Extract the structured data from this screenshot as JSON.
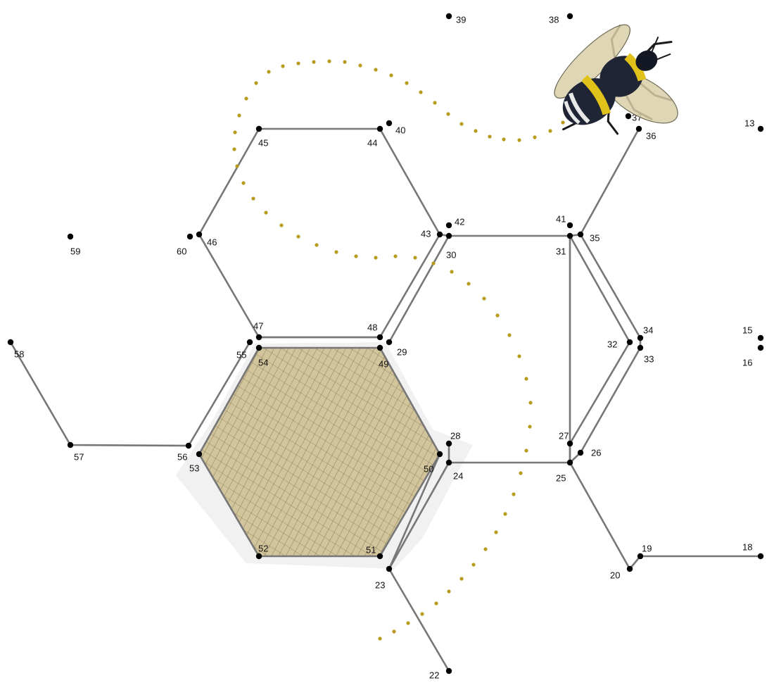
{
  "puzzle": {
    "colors": {
      "line": "#777777",
      "dot": "#000000",
      "trail": "#b89a1c",
      "fill": "#d6c9a0",
      "bee_body": "#1f2535",
      "bee_stripe": "#e1c21b",
      "bee_wing": "#d8cfa8"
    },
    "icons": [
      "bumblebee-illustration",
      "hatched-hexagon",
      "dotted-flight-path"
    ],
    "points": [
      {
        "label": "13"
      },
      {
        "label": "15"
      },
      {
        "label": "16"
      },
      {
        "label": "18"
      },
      {
        "label": "19"
      },
      {
        "label": "20"
      },
      {
        "label": "22"
      },
      {
        "label": "23"
      },
      {
        "label": "24"
      },
      {
        "label": "25"
      },
      {
        "label": "26"
      },
      {
        "label": "27"
      },
      {
        "label": "28"
      },
      {
        "label": "29"
      },
      {
        "label": "30"
      },
      {
        "label": "31"
      },
      {
        "label": "32"
      },
      {
        "label": "33"
      },
      {
        "label": "34"
      },
      {
        "label": "35"
      },
      {
        "label": "36"
      },
      {
        "label": "37"
      },
      {
        "label": "38"
      },
      {
        "label": "39"
      },
      {
        "label": "40"
      },
      {
        "label": "41"
      },
      {
        "label": "42"
      },
      {
        "label": "43"
      },
      {
        "label": "44"
      },
      {
        "label": "45"
      },
      {
        "label": "46"
      },
      {
        "label": "47"
      },
      {
        "label": "48"
      },
      {
        "label": "49"
      },
      {
        "label": "50"
      },
      {
        "label": "51"
      },
      {
        "label": "52"
      },
      {
        "label": "53"
      },
      {
        "label": "54"
      },
      {
        "label": "55"
      },
      {
        "label": "56"
      },
      {
        "label": "57"
      },
      {
        "label": "58"
      },
      {
        "label": "59"
      },
      {
        "label": "60"
      }
    ]
  }
}
